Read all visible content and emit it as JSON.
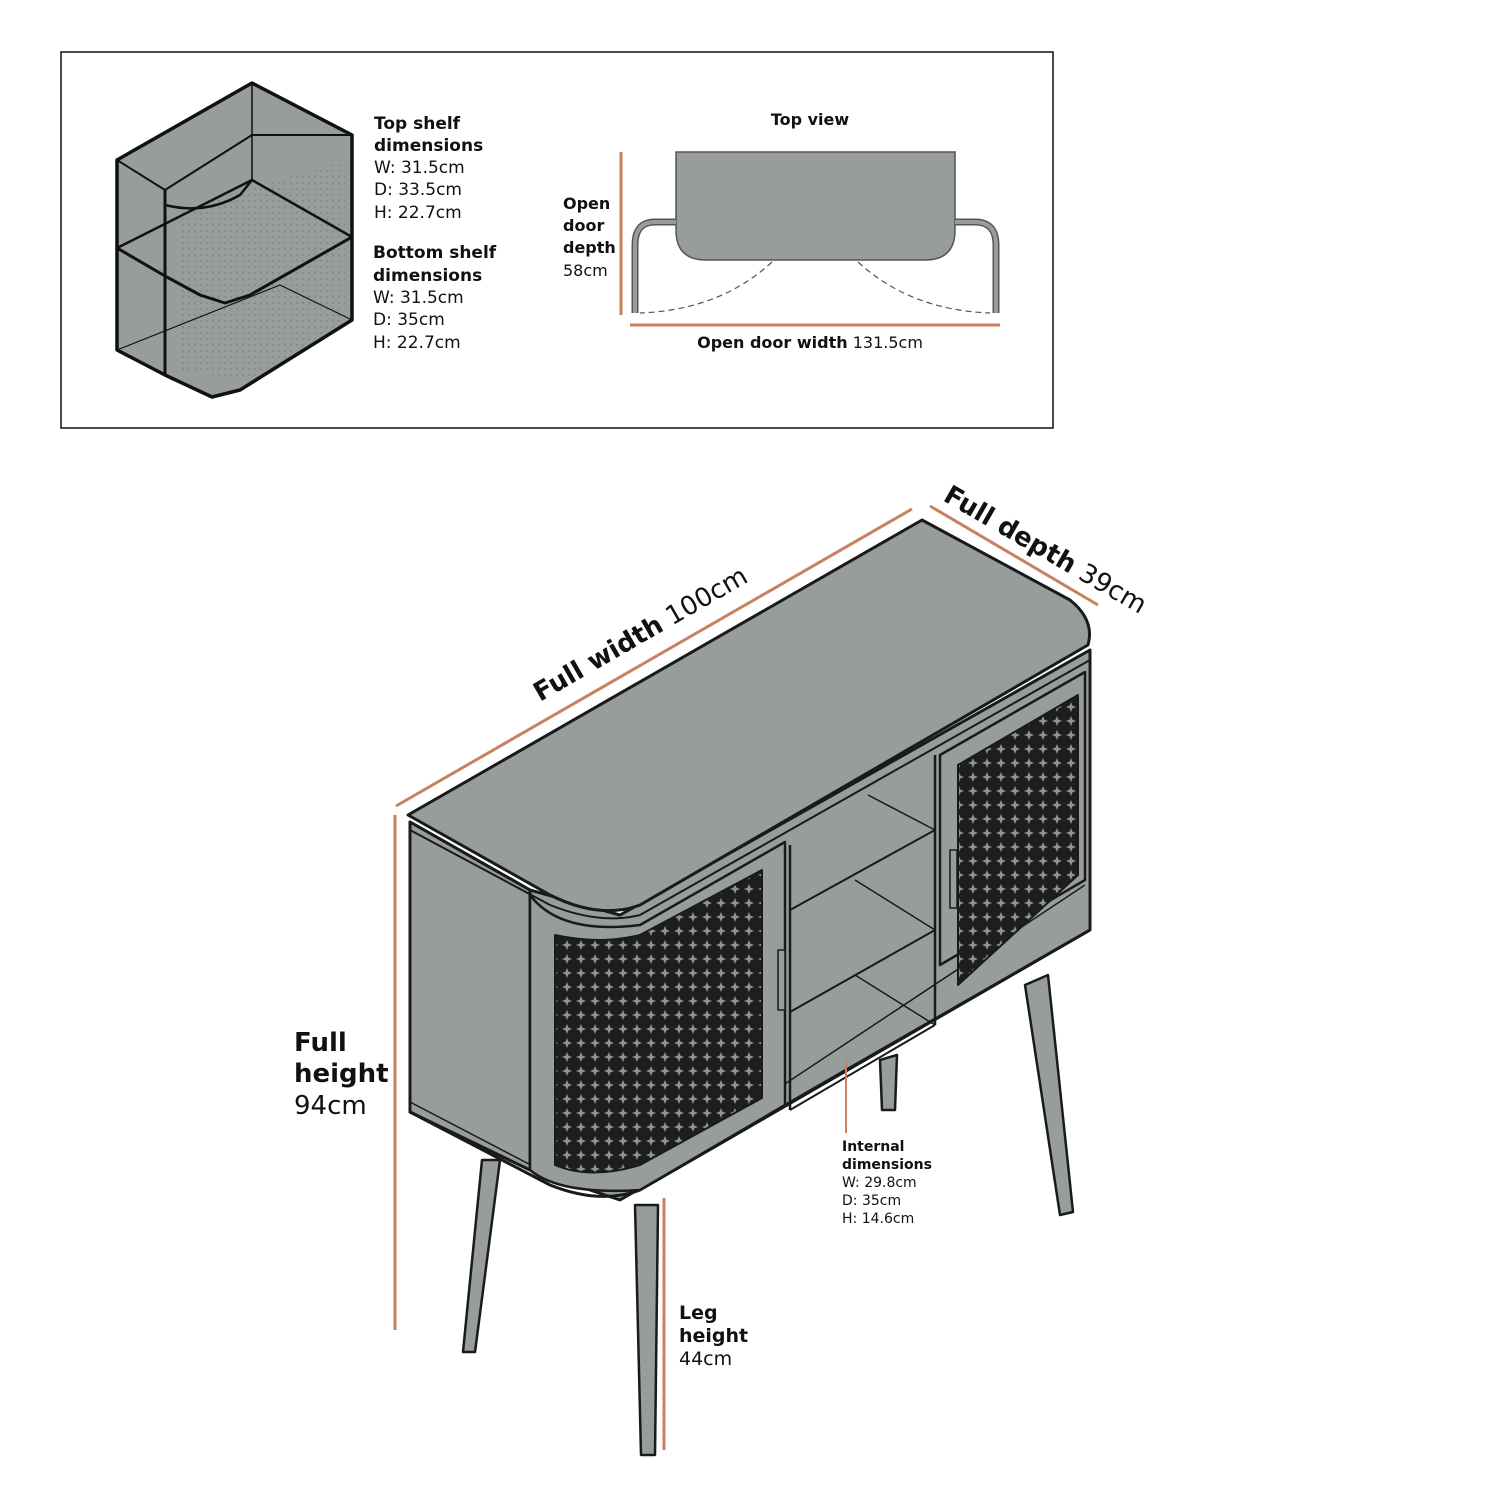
{
  "colors": {
    "body": "#979d9d",
    "dimension": "#c8825f",
    "outline": "#1a1a1a",
    "mesh": "#1e1e1e"
  },
  "inset": {
    "top_shelf": {
      "title_1": "Top shelf",
      "title_2": "dimensions",
      "w": "W: 31.5cm",
      "d": "D: 33.5cm",
      "h": "H: 22.7cm"
    },
    "bottom_shelf": {
      "title_1": "Bottom shelf",
      "title_2": "dimensions",
      "w": "W: 31.5cm",
      "d": "D: 35cm",
      "h": "H: 22.7cm"
    },
    "top_view": {
      "title": "Top view",
      "depth_1": "Open",
      "depth_2": "door",
      "depth_3": "depth",
      "depth_value": "58cm",
      "width_label": "Open door width",
      "width_value": "131.5cm"
    }
  },
  "main": {
    "full_width": {
      "label": "Full width",
      "value": "100cm"
    },
    "full_depth": {
      "label": "Full depth",
      "value": "39cm"
    },
    "full_height": {
      "label_1": "Full",
      "label_2": "height",
      "value": "94cm"
    },
    "leg_height": {
      "label_1": "Leg",
      "label_2": "height",
      "value": "44cm"
    },
    "internal": {
      "title_1": "Internal",
      "title_2": "dimensions",
      "w": "W: 29.8cm",
      "d": "D: 35cm",
      "h": "H: 14.6cm"
    }
  }
}
